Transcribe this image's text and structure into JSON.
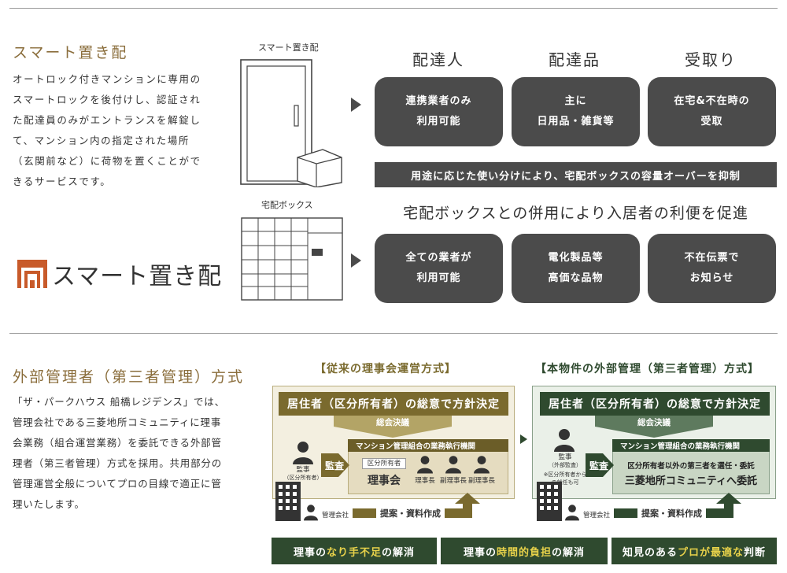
{
  "smart": {
    "title": "スマート置き配",
    "description_lines": [
      "オートロック付きマンションに専用の",
      "スマートロックを後付けし、認証され",
      "た配達員のみがエントランスを解錠し",
      "て、マンション内の指定された場所",
      "（玄関前など）に荷物を置くことがで",
      "きるサービスです。"
    ],
    "logo_text": "スマート置き配",
    "door_label": "スマート置き配",
    "box_label": "宅配ボックス",
    "col_heads": [
      "配達人",
      "配達品",
      "受取り"
    ],
    "row1": [
      [
        "連携業者のみ",
        "利用可能"
      ],
      [
        "主に",
        "日用品・雑貨等"
      ],
      [
        "在宅&不在時の",
        "受取"
      ]
    ],
    "band": "用途に応じた使い分けにより、宅配ボックスの容量オーバーを抑制",
    "heading2": "宅配ボックスとの併用により入居者の利便を促進",
    "row2": [
      [
        "全ての業者が",
        "利用可能"
      ],
      [
        "電化製品等",
        "高価な品物"
      ],
      [
        "不在伝票で",
        "お知らせ"
      ]
    ]
  },
  "external": {
    "title": "外部管理者（第三者管理）方式",
    "description_lines": [
      "「ザ・パークハウス 船橋レジデンス」では、",
      "管理会社である三菱地所コミュニティに理事",
      "会業務（組合運営業務）を委託できる外部管",
      "理者（第三者管理）方式を採用。共用部分の",
      "管理運営全般についてプロの目線で適正に管",
      "理いたします。"
    ],
    "old": {
      "title": "【従来の理事会運営方式】",
      "top": "居住者（区分所有者）の総意で方針決定",
      "decision": "総会決議",
      "exec": "マンション管理組合の業務執行機関",
      "auditor": "監事",
      "auditor_sub": "（区分所有者）",
      "audit": "監査",
      "owner_tag": "区分所有者",
      "board": "理事会",
      "roles": [
        "理事長",
        "副理事長",
        "副理事長"
      ],
      "company": "管理会社",
      "proposal": "提案・資料作成"
    },
    "new": {
      "title": "【本物件の外部管理（第三者管理）方式】",
      "top": "居住者（区分所有者）の総意で方針決定",
      "decision": "総会決議",
      "exec": "マンション管理組合の業務執行機関",
      "auditor": "監事",
      "auditor_sub": "（外部監査）",
      "auditor_note": "※区分所有者からの就任も可",
      "audit": "監査",
      "line1": "区分所有者以外の第三者を選任・委託",
      "line2": "三菱地所コミュニティへ委託",
      "company": "管理会社",
      "proposal": "提案・資料作成"
    },
    "banners": [
      {
        "pre": "理事の",
        "hl": "なり手不足",
        "post": "の解消"
      },
      {
        "pre": "理事の",
        "hl": "時間的負担",
        "post": "の解消"
      },
      {
        "pre": "知見のある",
        "hl": "プロが最適な",
        "post": "判断"
      }
    ]
  },
  "colors": {
    "olive": "#7a6a2e",
    "green": "#2f4a2f",
    "gray": "#4b4b4b",
    "gold": "#8a6d3b"
  }
}
